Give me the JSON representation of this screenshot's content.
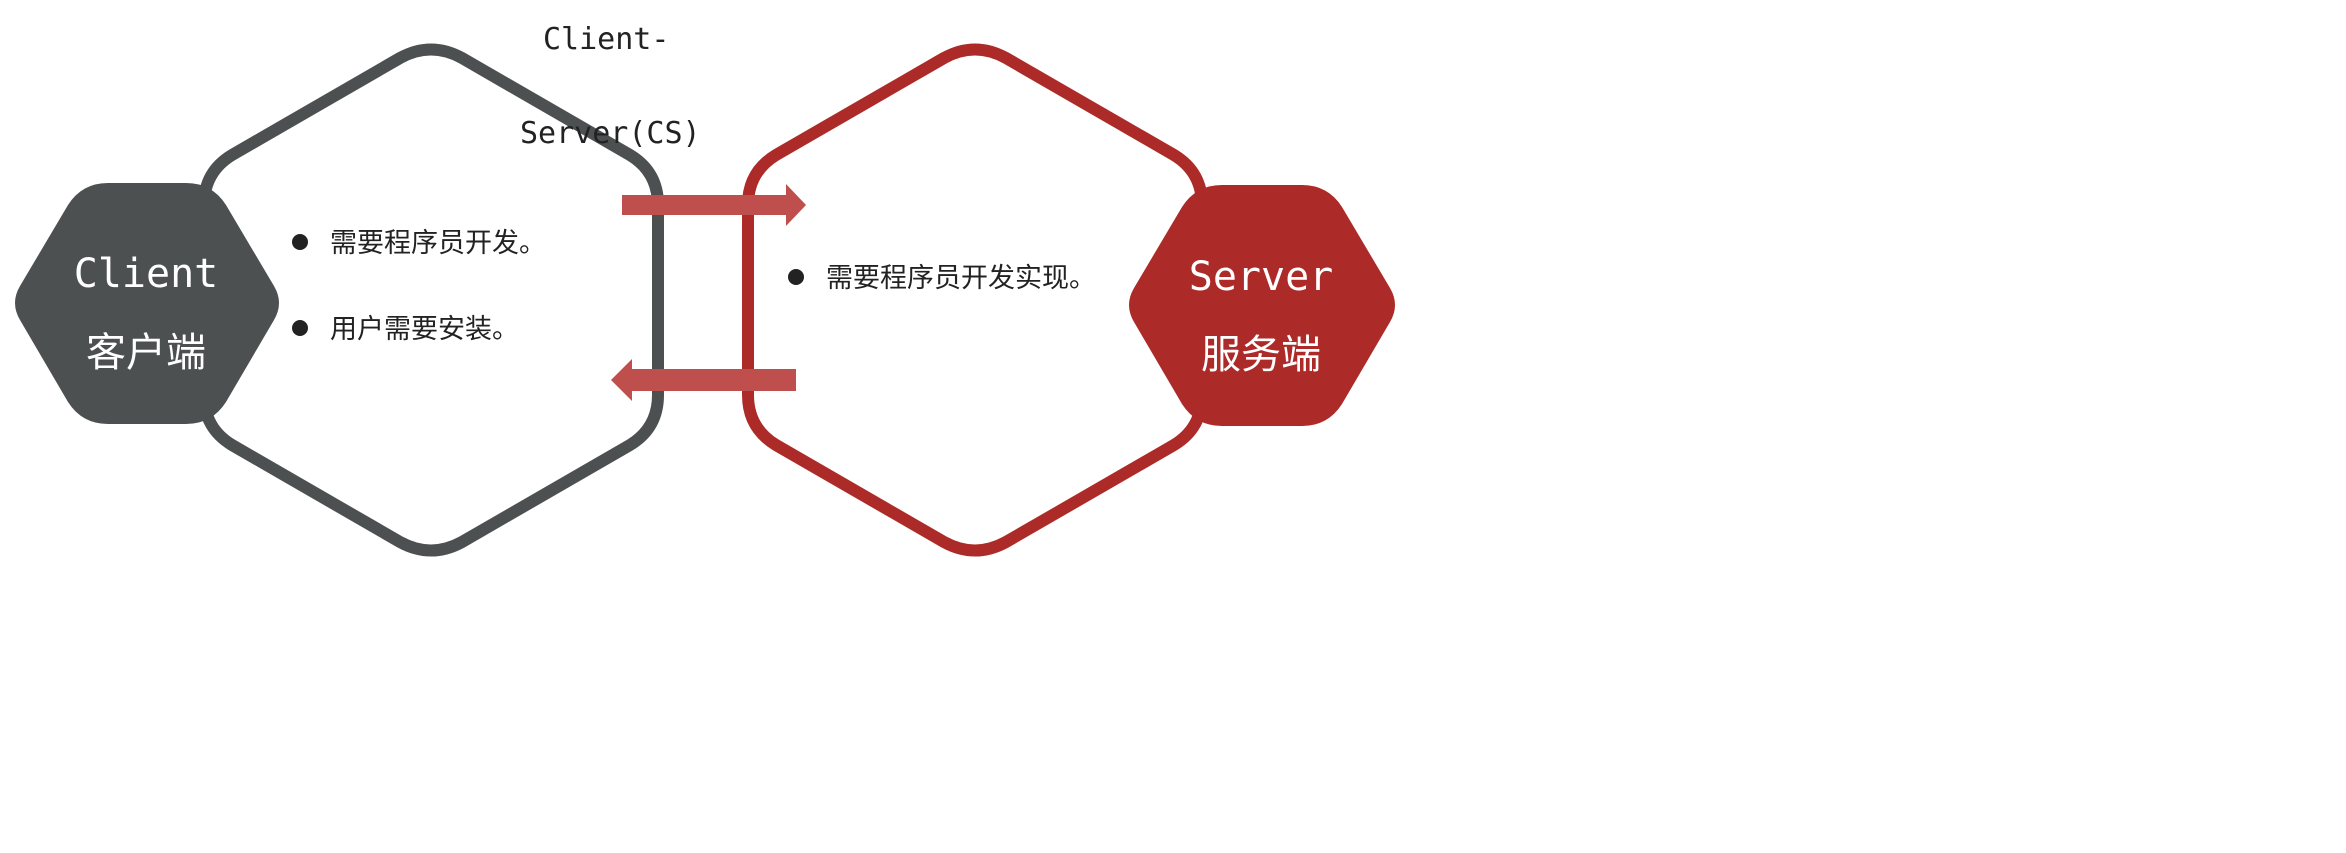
{
  "title": {
    "line1": "Client-",
    "line2": "Server(CS)"
  },
  "client": {
    "label_en": "Client",
    "label_zh": "客户端",
    "items": [
      "需要程序员开发。",
      "用户需要安装。"
    ]
  },
  "server": {
    "label_en": "Server",
    "label_zh": "服务端",
    "items": [
      "需要程序员开发实现。"
    ]
  },
  "colors": {
    "client": "#4c5051",
    "server": "#ac2a27",
    "arrow": "#bf4f4d",
    "text": "#222222",
    "background": "#ffffff"
  }
}
